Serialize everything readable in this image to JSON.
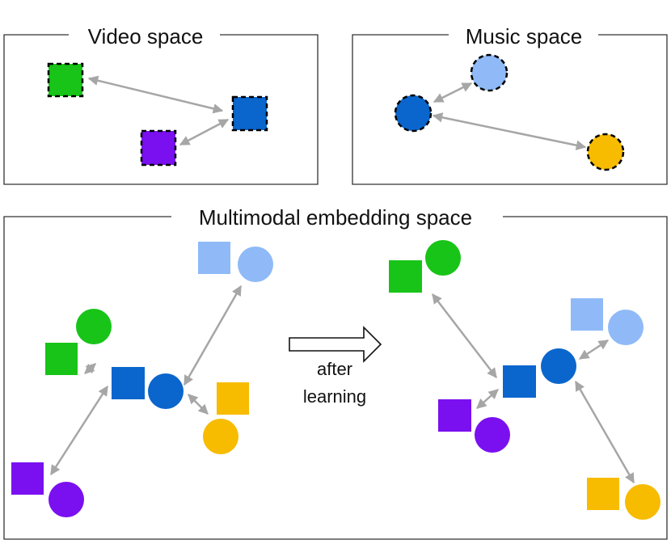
{
  "panels": {
    "video": {
      "title": "Video space"
    },
    "music": {
      "title": "Music space"
    },
    "multimodal": {
      "title": "Multimodal embedding space"
    }
  },
  "transition_label": {
    "line1": "after",
    "line2": "learning"
  },
  "colors": {
    "green": "#18c418",
    "blue": "#0a66cc",
    "purple": "#7a10f0",
    "light_blue": "#8fbaf7",
    "yellow": "#f7bb00",
    "arrow": "#a6a6a6",
    "border": "#333333"
  },
  "icons": {
    "video_item": "square",
    "music_item": "circle",
    "transition": "hollow-right-arrow"
  }
}
